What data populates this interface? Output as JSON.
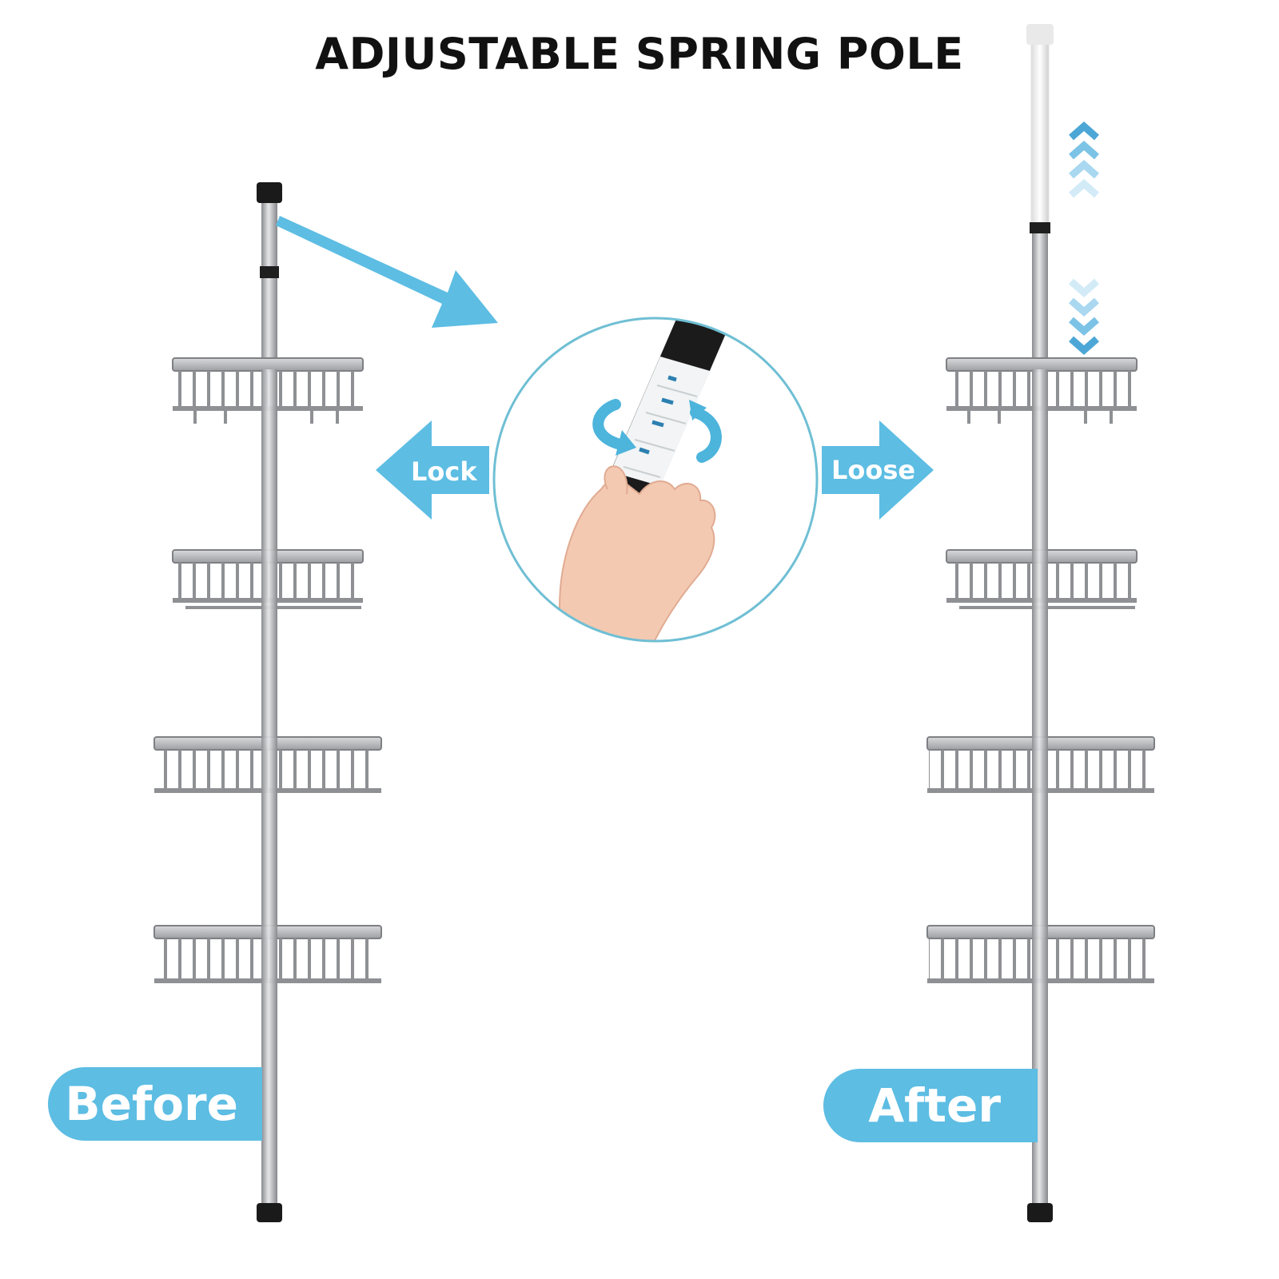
{
  "headline": "ADJUSTABLE SPRING POLE",
  "labels": {
    "lock": "Lock",
    "loose": "Loose",
    "before": "Before",
    "after": "After"
  },
  "colors": {
    "accent": "#5dbde3",
    "pole": "#a7a9ad",
    "text": "#111111",
    "ring": "#6fbfd4"
  },
  "icons": [
    "direction-arrow-icon",
    "rotate-arrows-icon",
    "chevron-up-icon",
    "chevron-down-icon"
  ]
}
